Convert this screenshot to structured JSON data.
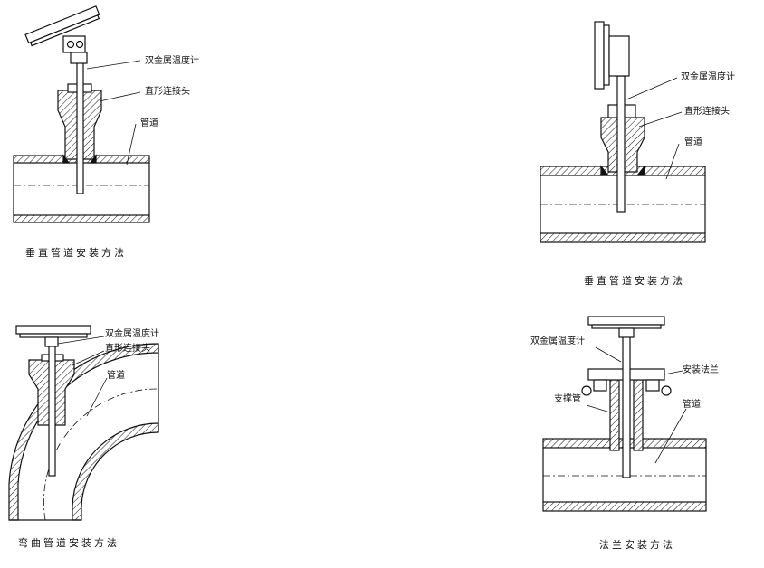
{
  "diagram1": {
    "caption": "垂直管道安装方法",
    "labels": {
      "thermometer": "双金属温度计",
      "connector": "直形连接头",
      "pipe": "管道"
    }
  },
  "diagram2": {
    "caption": "垂直管道安装方法",
    "labels": {
      "thermometer": "双金属温度计",
      "connector": "直形连接头",
      "pipe": "管道"
    }
  },
  "diagram3": {
    "caption": "弯曲管道安装方法",
    "labels": {
      "thermometer": "双金属温度计",
      "connector": "直形连接头",
      "pipe": "管道"
    }
  },
  "diagram4": {
    "caption": "法兰安装方法",
    "labels": {
      "thermometer": "双金属温度计",
      "flange": "安装法兰",
      "support": "支撑管",
      "pipe": "管道"
    }
  }
}
